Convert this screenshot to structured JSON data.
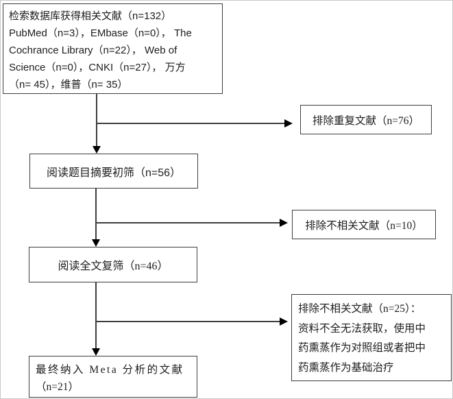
{
  "diagram": {
    "title": "literature-screening-flowchart",
    "nodes": {
      "search": {
        "line1": "检索数据库获得相关文献（n=132）",
        "line2": "PubMed（n=3），EMbase（n=0）， The",
        "line3": "Cochrance Library（n=22）， Web of",
        "line4": "Science（n=0），CNKI（n=27）， 万方",
        "line5": "（n= 45），维普（n= 35）",
        "n": 132
      },
      "duplicates_excluded": {
        "label": "排除重复文献（n=76）",
        "n": 76
      },
      "title_abstract_screen": {
        "label": "阅读题目摘要初筛（n=56）",
        "n": 56
      },
      "irrelevant_excluded_1": {
        "label": "排除不相关文献（n=10）",
        "n": 10
      },
      "fulltext_screen": {
        "label": "阅读全文复筛（n=46）",
        "n": 46
      },
      "irrelevant_excluded_2": {
        "line1": "排除不相关文献（n=25）：",
        "line2": "资料不全无法获取，使用中",
        "line3": "药熏蒸作为对照组或者把中",
        "line4": "药熏蒸作为基础治疗",
        "n": 25
      },
      "final_included": {
        "line1": "最终纳入 Meta 分析的文献",
        "line2": "（n=21）",
        "n": 21
      }
    },
    "edges": [
      "search -> title_abstract_screen",
      "search -> duplicates_excluded",
      "title_abstract_screen -> fulltext_screen",
      "title_abstract_screen -> irrelevant_excluded_1",
      "fulltext_screen -> final_included",
      "fulltext_screen -> irrelevant_excluded_2"
    ],
    "colors": {
      "box_border": "#3d3d3d",
      "line": "#3d3d3d",
      "arrowhead": "#000000",
      "text": "#1c1c1c",
      "background": "#ffffff"
    }
  }
}
